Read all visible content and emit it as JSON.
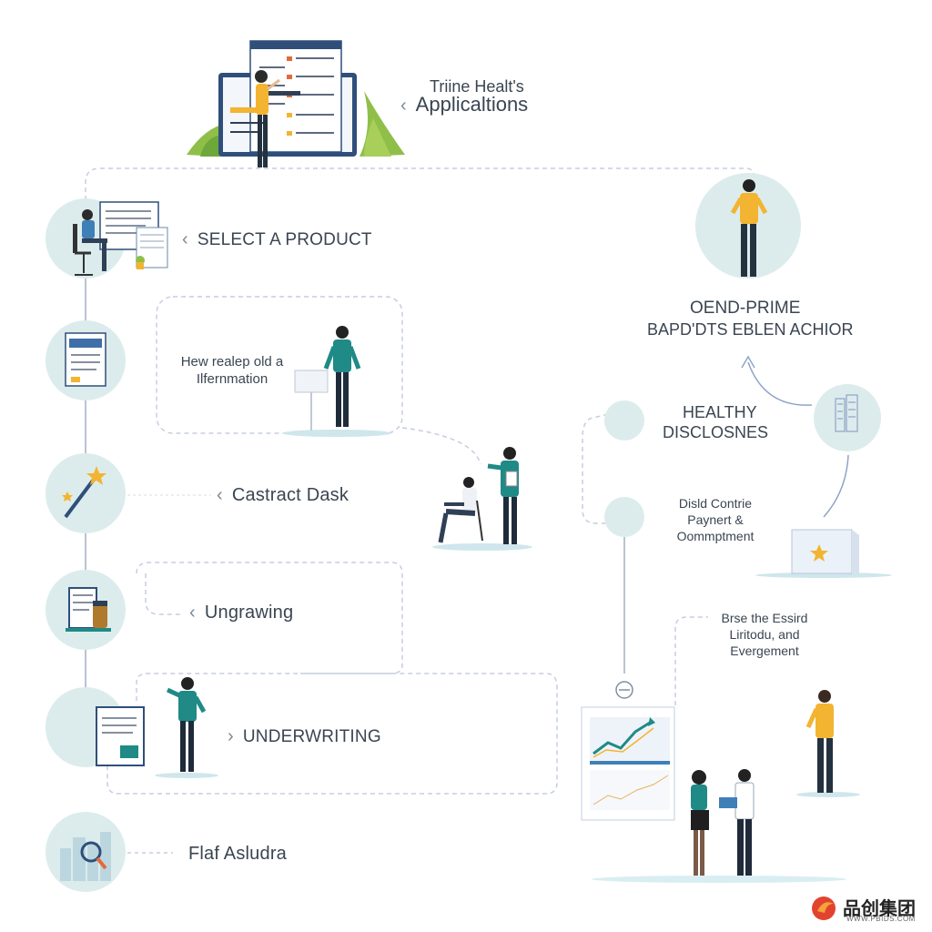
{
  "header": {
    "line1": "Triine Healt's",
    "line2": "Applicaltions"
  },
  "steps_left": [
    {
      "label": "SELECT A PRODUCT",
      "icon": "person-at-desk-icon"
    },
    {
      "label": "Hew realep old a Ilfernmation",
      "icon": "document-form-icon"
    },
    {
      "label": "Castract Dask",
      "icon": "magic-wand-icon"
    },
    {
      "label": "Ungrawing",
      "icon": "book-and-jar-icon"
    },
    {
      "label": "UNDERWRITING",
      "icon": "document-stack-icon"
    },
    {
      "label": "Flaf Asludra",
      "icon": "city-magnifier-icon"
    }
  ],
  "info_text": {
    "line1": "Hew realep old a",
    "line2": "Ilfernmation"
  },
  "right": {
    "title_line1": "OEND-PRIME",
    "title_line2": "BAPD'DTS EBLEN ACHIOR",
    "healthy_line1": "HEALTHY",
    "healthy_line2": "DISCLOSNES",
    "dispute_line1": "Disld Contrie",
    "dispute_line2": "Paynert &",
    "dispute_line3": "Oommptment",
    "bottom_line1": "Brse the Essird",
    "bottom_line2": "Liritodu, and",
    "bottom_line3": "Evergement"
  },
  "watermark": {
    "brand": "品创集团",
    "url": "WWW.PBIDS.COM"
  },
  "colors": {
    "circle_fill": "#dcecec",
    "accent_teal": "#1f8a86",
    "accent_yellow": "#f2b431",
    "line_gray": "#b9c3d4",
    "text": "#3a4552"
  }
}
